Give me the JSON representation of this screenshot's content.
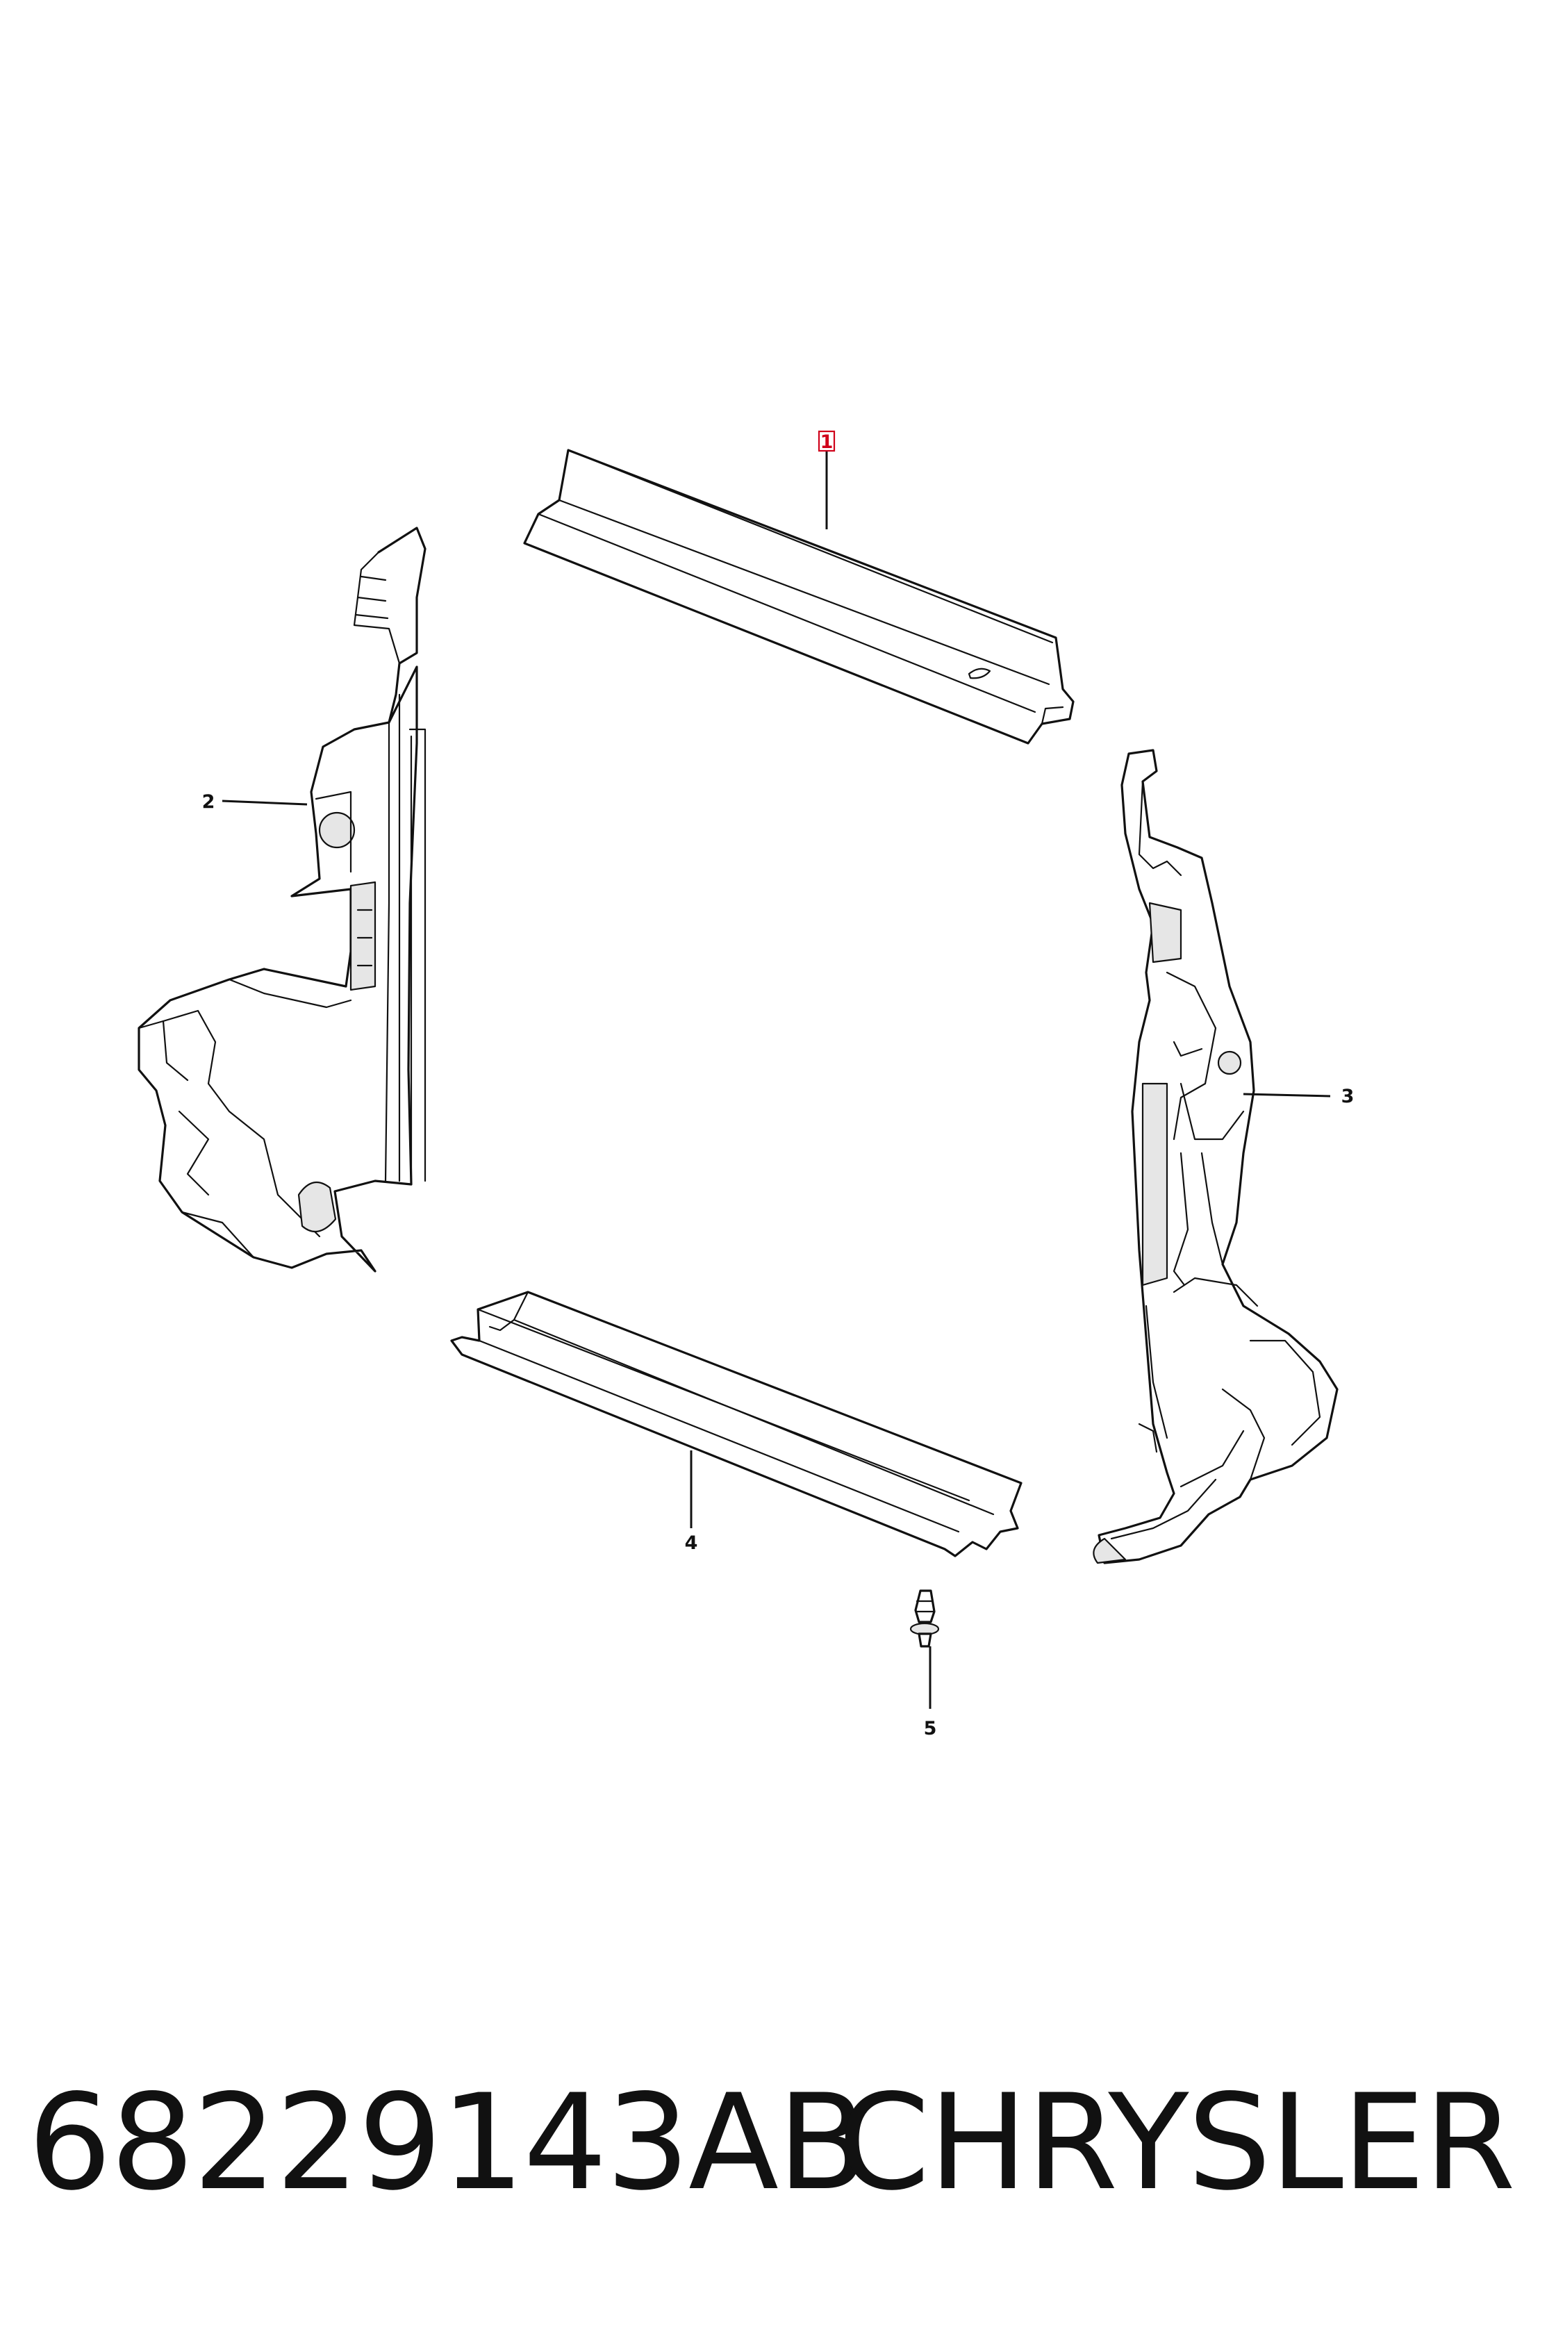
{
  "callouts": {
    "c1": "1",
    "c2": "2",
    "c3": "3",
    "c4": "4",
    "c5": "5"
  },
  "highlighted_callout": "1",
  "colors": {
    "highlight": "#d0021b",
    "line": "#111111"
  },
  "footer": {
    "part_number": "68229143AB",
    "brand": "CHRYSLER"
  }
}
